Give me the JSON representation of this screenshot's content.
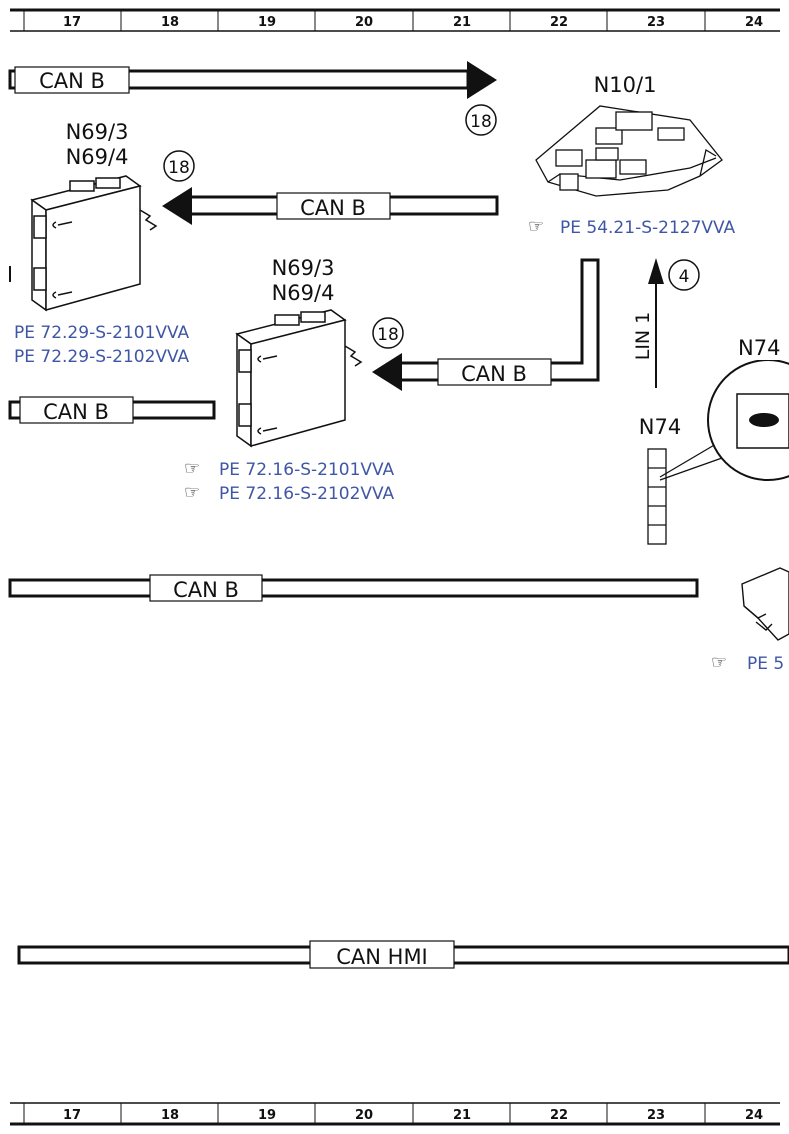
{
  "ruler": {
    "columns": [
      "17",
      "18",
      "19",
      "20",
      "21",
      "22",
      "23",
      "24"
    ]
  },
  "components": {
    "n10_1": {
      "label": "N10/1",
      "ref": "PE 54.21-S-2127VVA"
    },
    "n69_upper": {
      "label_a": "N69/3",
      "label_b": "N69/4",
      "ref_a": "PE 72.29-S-2101VVA",
      "ref_b": "PE 72.29-S-2102VVA"
    },
    "n69_lower": {
      "label_a": "N69/3",
      "label_b": "N69/4",
      "ref_a": "PE 72.16-S-2101VVA",
      "ref_b": "PE 72.16-S-2102VVA"
    },
    "n74": {
      "label": "N74",
      "detail_label": "N74"
    },
    "partial_component": {
      "ref": "PE 5"
    }
  },
  "buses": {
    "can_b_top": "CAN B",
    "can_b_upper_mid": "CAN B",
    "can_b_lower_mid": "CAN B",
    "can_b_left": "CAN B",
    "can_b_long": "CAN B",
    "can_hmi": "CAN HMI",
    "lin": "LIN 1"
  },
  "refs": {
    "top_arrow": "18",
    "upper_arrow": "18",
    "lower_arrow": "18",
    "lin_arrow": "4"
  },
  "colors": {
    "line": "#111111",
    "reference_link": "#3f56a6",
    "background": "#ffffff"
  }
}
